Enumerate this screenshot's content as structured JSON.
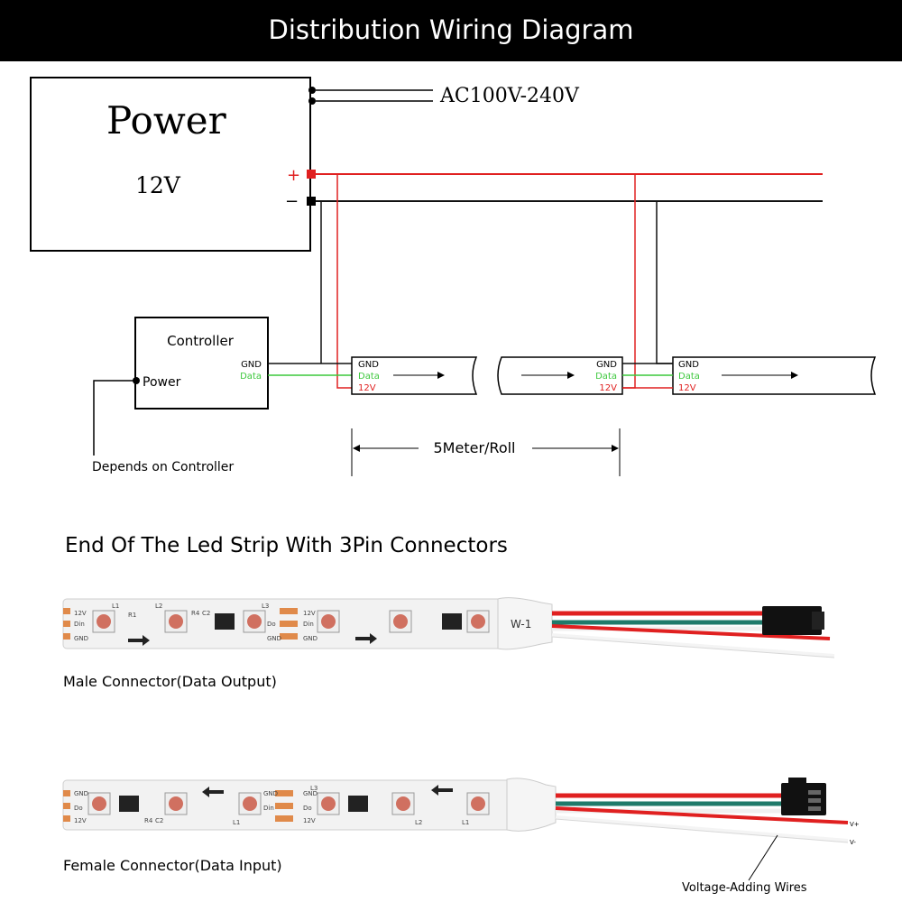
{
  "header": {
    "title": "Distribution Wiring Diagram"
  },
  "power_supply": {
    "title": "Power",
    "voltage": "12V",
    "input": "AC100V-240V",
    "plus": "+",
    "minus": "−"
  },
  "controller": {
    "title": "Controller",
    "power_label": "Power",
    "gnd": "GND",
    "data": "Data",
    "note": "Depends on Controller"
  },
  "strip_pins": {
    "gnd": "GND",
    "data": "Data",
    "v12": "12V"
  },
  "length_label": "5Meter/Roll",
  "connectors": {
    "heading": "End Of The Led Strip With 3Pin Connectors",
    "male_caption": "Male Connector(Data Output)",
    "female_caption": "Female Connector(Data Input)",
    "voltage_wires_label": "Voltage-Adding Wires",
    "v_plus": "V+",
    "v_minus": "V-",
    "sleeve_text": "W-1",
    "pcb_labels": {
      "v12": "12V",
      "din": "Din",
      "do": "Do",
      "gnd": "GND",
      "l1": "L1",
      "l2": "L2",
      "l3": "L3",
      "r1": "R1",
      "r4": "R4",
      "c2": "C2"
    }
  },
  "colors": {
    "red_wire": "#e02020",
    "black_wire": "#111111",
    "data_wire": "#3cc83c",
    "teal_wire": "#1f7a6a",
    "strip_white": "#f2f2f2"
  }
}
